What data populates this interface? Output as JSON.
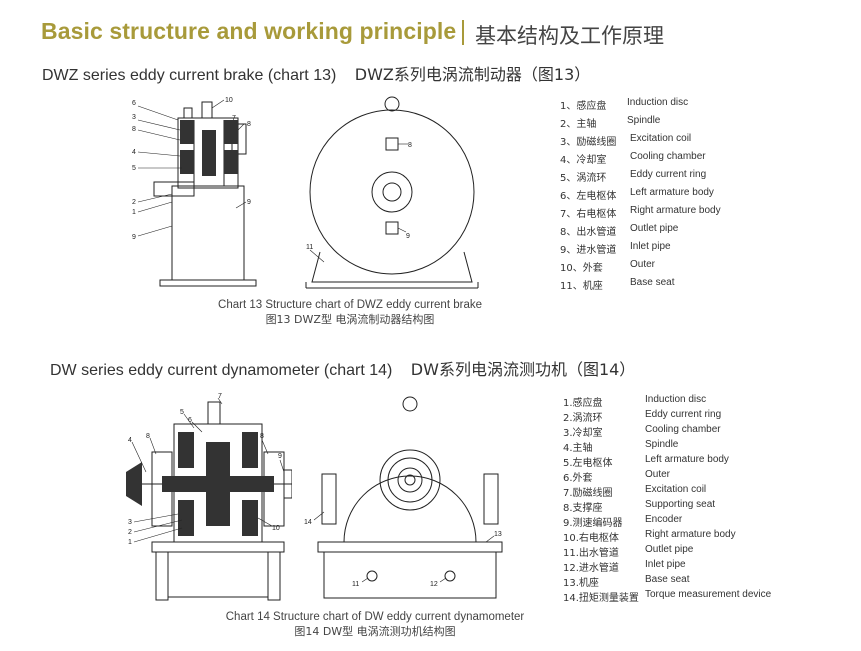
{
  "header": {
    "title_en": "Basic structure and working principle",
    "title_zh": "基本结构及工作原理"
  },
  "section1": {
    "title_en": "DWZ series eddy current brake (chart 13)",
    "title_zh": "DWZ系列电涡流制动器（图13）",
    "caption_en": "Chart 13  Structure chart of DWZ eddy current brake",
    "caption_zh": "图13 DWZ型 电涡流制动器结构图",
    "parts": [
      {
        "zh": "1、感应盘",
        "en": "Induction disc"
      },
      {
        "zh": "2、主轴",
        "en": "Spindle"
      },
      {
        "zh": "3、励磁线圈",
        "en": "Excitation coil"
      },
      {
        "zh": "4、冷却室",
        "en": "Cooling chamber"
      },
      {
        "zh": "5、涡流环",
        "en": "Eddy current ring"
      },
      {
        "zh": "6、左电枢体",
        "en": "Left armature body"
      },
      {
        "zh": "7、右电枢体",
        "en": "Right armature body"
      },
      {
        "zh": "8、出水管道",
        "en": "Outlet pipe"
      },
      {
        "zh": "9、进水管道",
        "en": "Inlet pipe"
      },
      {
        "zh": "10、外套",
        "en": "Outer"
      },
      {
        "zh": "11、机座",
        "en": "Base seat"
      }
    ],
    "callouts_left": [
      "6",
      "3",
      "8",
      "4",
      "5",
      "2",
      "1",
      "9",
      "10",
      "7",
      "8",
      "9"
    ],
    "callouts_right": [
      "8",
      "9",
      "11"
    ]
  },
  "section2": {
    "title_en": "DW series eddy current dynamometer (chart 14)",
    "title_zh": "DW系列电涡流测功机（图14）",
    "caption_en": "Chart 14  Structure chart of DW eddy current dynamometer",
    "caption_zh": "图14 DW型 电涡流测功机结构图",
    "parts": [
      {
        "zh": "1.感应盘",
        "en": "Induction disc"
      },
      {
        "zh": "2.涡流环",
        "en": "Eddy current ring"
      },
      {
        "zh": "3.冷却室",
        "en": "Cooling chamber"
      },
      {
        "zh": "4.主轴",
        "en": "Spindle"
      },
      {
        "zh": "5.左电枢体",
        "en": "Left armature body"
      },
      {
        "zh": "6.外套",
        "en": "Outer"
      },
      {
        "zh": "7.励磁线圈",
        "en": "Excitation coil"
      },
      {
        "zh": "8.支撑座",
        "en": "Supporting seat"
      },
      {
        "zh": "9.测速编码器",
        "en": "Encoder"
      },
      {
        "zh": "10.右电枢体",
        "en": "Right armature body"
      },
      {
        "zh": "11.出水管道",
        "en": "Outlet pipe"
      },
      {
        "zh": "12.进水管道",
        "en": "Inlet pipe"
      },
      {
        "zh": "13.机座",
        "en": "Base seat"
      },
      {
        "zh": "14.扭矩测量装置",
        "en": "Torque measurement device"
      }
    ],
    "callouts_left": [
      "5",
      "6",
      "7",
      "4",
      "8",
      "8",
      "9",
      "3",
      "2",
      "1",
      "10"
    ],
    "callouts_right": [
      "14",
      "13",
      "11",
      "12"
    ]
  }
}
